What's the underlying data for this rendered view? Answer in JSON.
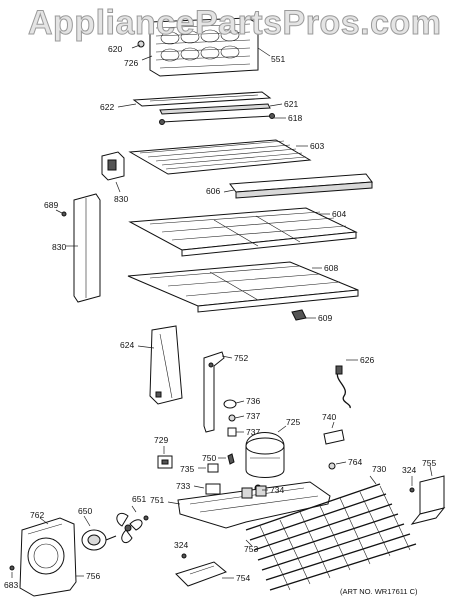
{
  "watermark": "AppliancePartsPros.com",
  "art_number": "(ART NO. WR17611 C)",
  "callouts": {
    "c620": "620",
    "c726": "726",
    "c551": "551",
    "c622": "622",
    "c621": "621",
    "c618": "618",
    "c603": "603",
    "c830a": "830",
    "c606": "606",
    "c689": "689",
    "c830b": "830",
    "c604": "604",
    "c608": "608",
    "c609": "609",
    "c624": "624",
    "c752": "752",
    "c626": "626",
    "c736": "736",
    "c737a": "737",
    "c737b": "737",
    "c725": "725",
    "c740": "740",
    "c729": "729",
    "c750": "750",
    "c735": "735",
    "c764": "764",
    "c730": "730",
    "c324a": "324",
    "c755": "755",
    "c733": "733",
    "c734": "734",
    "c751": "751",
    "c651": "651",
    "c762": "762",
    "c650": "650",
    "c753": "753",
    "c324b": "324",
    "c754": "754",
    "c756": "756",
    "c683": "683"
  }
}
